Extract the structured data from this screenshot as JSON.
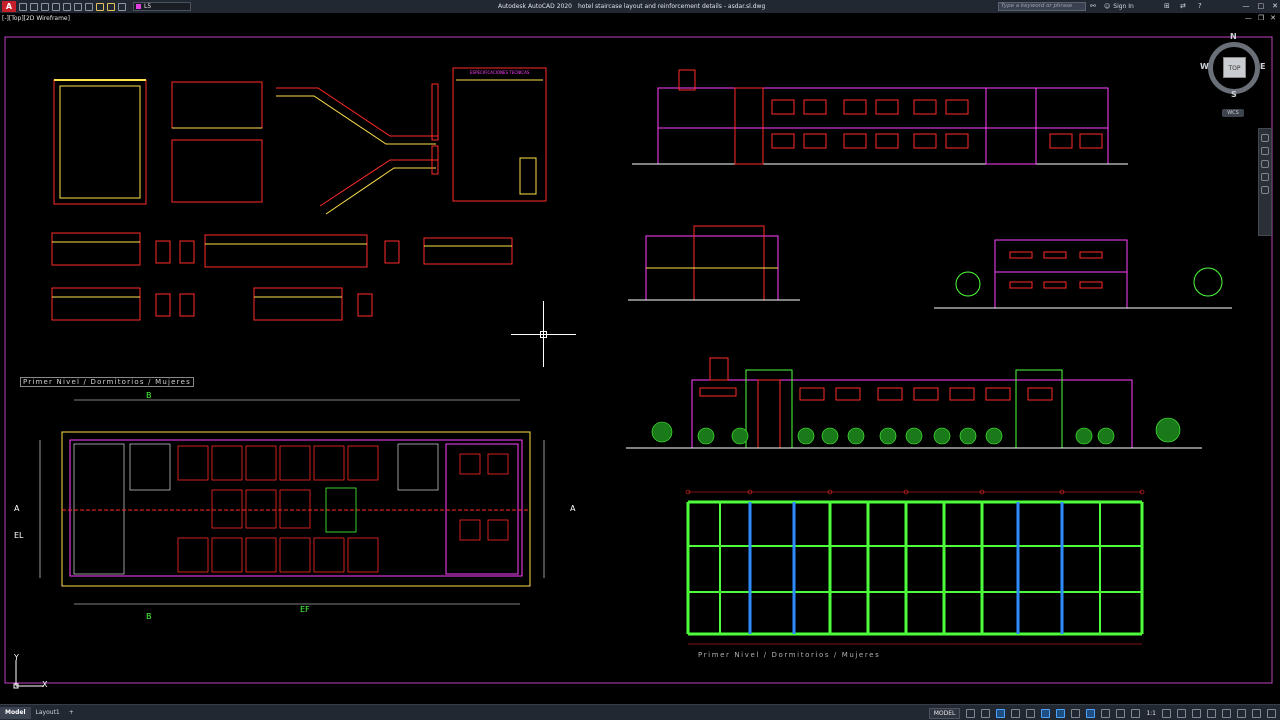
{
  "app": {
    "name": "Autodesk AutoCAD 2020",
    "document_title": "hotel staircase layout and reinforcement details - asdar.sl.dwg",
    "search_placeholder": "Type a keyword or phrase",
    "sign_in": "Sign In",
    "layer_name": "L5"
  },
  "viewport": {
    "label": "[-][Top][2D Wireframe]"
  },
  "viewcube": {
    "face": "TOP",
    "north": "N",
    "south": "S",
    "east": "E",
    "west": "W",
    "wcs": "WCS"
  },
  "ucs": {
    "x": "X",
    "y": "Y"
  },
  "drawing_texts": {
    "plan_title_left": "Primer Nivel / Dormitorios / Mujeres",
    "plan_title_right": "Primer Nivel / Dormitorios / Mujeres",
    "spec_title": "ESPECIFICACIONES TECNICAS",
    "section_a": "A",
    "section_b": "B",
    "section_el": "EL",
    "section_ef": "EF"
  },
  "status": {
    "tabs": [
      "Model",
      "Layout1"
    ],
    "add_tab": "+",
    "model_space": "MODEL",
    "scale": "1:1"
  },
  "colors": {
    "background": "#000000",
    "frame": "#c040c0",
    "red": "#ff2a2a",
    "yellow": "#ffe14a",
    "green": "#4cff3a",
    "cyan": "#2fd0ff",
    "magenta": "#ff40ff",
    "white": "#ffffff"
  }
}
